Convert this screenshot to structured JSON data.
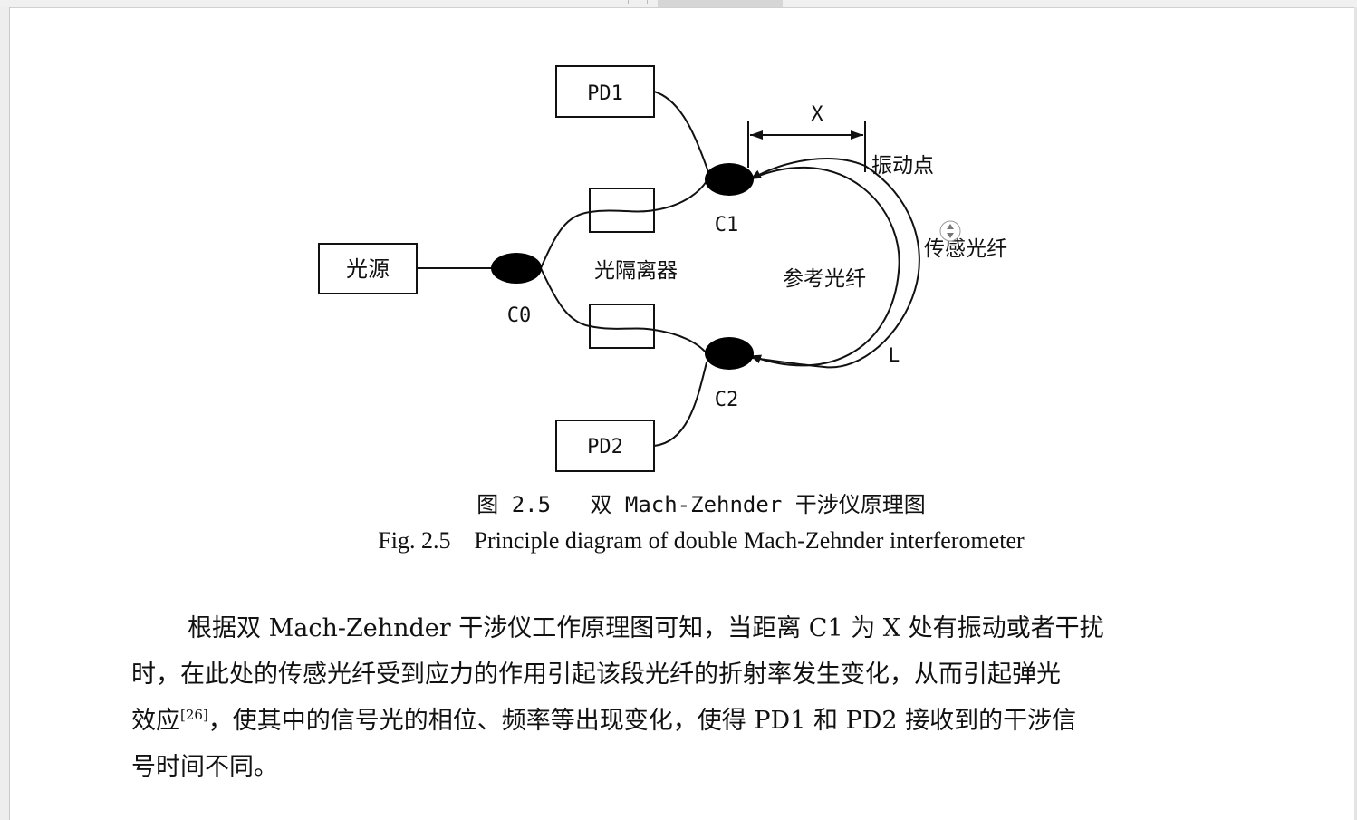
{
  "figure": {
    "labels": {
      "pd1": "PD1",
      "pd2": "PD2",
      "light_source": "光源",
      "c0": "C0",
      "c1": "C1",
      "c2": "C2",
      "isolator": "光隔离器",
      "reference_fiber": "参考光纤",
      "sensing_fiber": "传感光纤",
      "vibration_point": "振动点",
      "x": "X",
      "l": "L"
    },
    "caption_cn": "图 2.5   双 Mach-Zehnder 干涉仪原理图",
    "caption_en": "Fig. 2.5    Principle diagram of double Mach-Zehnder interferometer"
  },
  "paragraph": {
    "line1": "根据双 Mach-Zehnder 干涉仪工作原理图可知，当距离 C1 为 X 处有振动或者干扰",
    "line2": "时，在此处的传感光纤受到应力的作用引起该段光纤的折射率发生变化，从而引起弹光",
    "line3_pre": "效应",
    "line3_ref": "[26]",
    "line3_post": "，使其中的信号光的相位、频率等出现变化，使得 PD1 和 PD2 接收到的干涉信",
    "line4": "号时间不同。"
  }
}
